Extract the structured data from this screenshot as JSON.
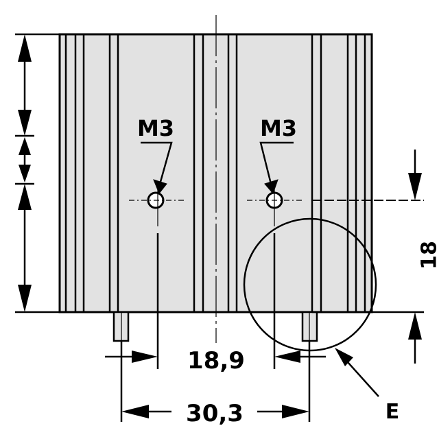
{
  "labels": {
    "hole_left": "M3",
    "hole_right": "M3",
    "dim_pin_spacing": "18,9",
    "dim_overall": "30,3",
    "dim_pin_height": "18",
    "detail": "E"
  },
  "colors": {
    "body_fill": "#e2e2e2",
    "line": "#000000",
    "background": "#ffffff"
  }
}
